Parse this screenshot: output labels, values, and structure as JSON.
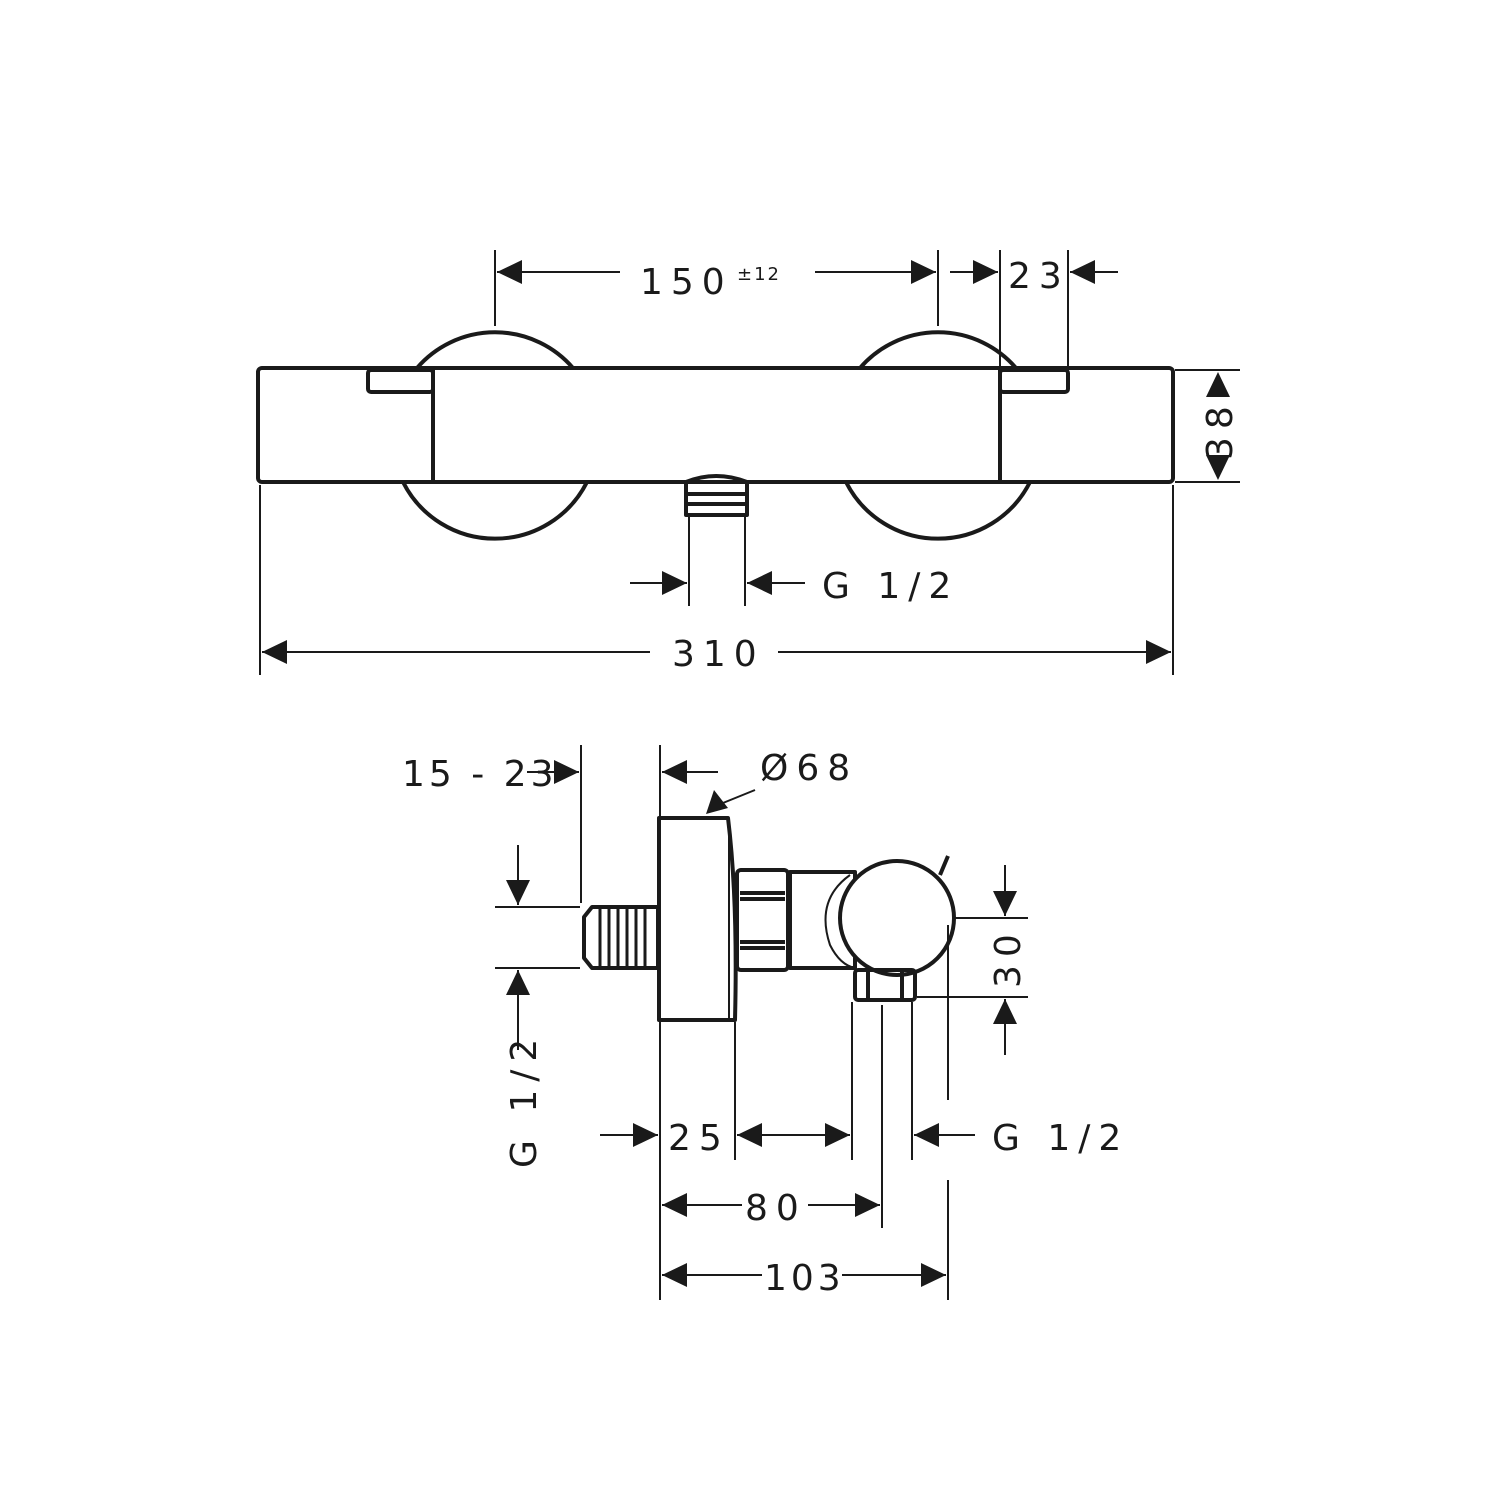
{
  "colors": {
    "line": "#1a1a1a",
    "background": "#ffffff"
  },
  "front_view": {
    "dim_center_distance": "150",
    "dim_center_tolerance": "±12",
    "dim_eccentric": "23",
    "dim_height": "38",
    "dim_outlet_thread": "G 1/2",
    "dim_total_length": "310"
  },
  "side_view": {
    "dim_eccentric_adjust": "15 - 23",
    "dim_flange_diameter": "Ø68",
    "dim_inlet_thread": "G 1/2",
    "dim_outlet_offset": "30",
    "dim_flange_depth": "25",
    "dim_outlet_thread": "G 1/2",
    "dim_outlet_axis": "80",
    "dim_total_depth": "103"
  }
}
